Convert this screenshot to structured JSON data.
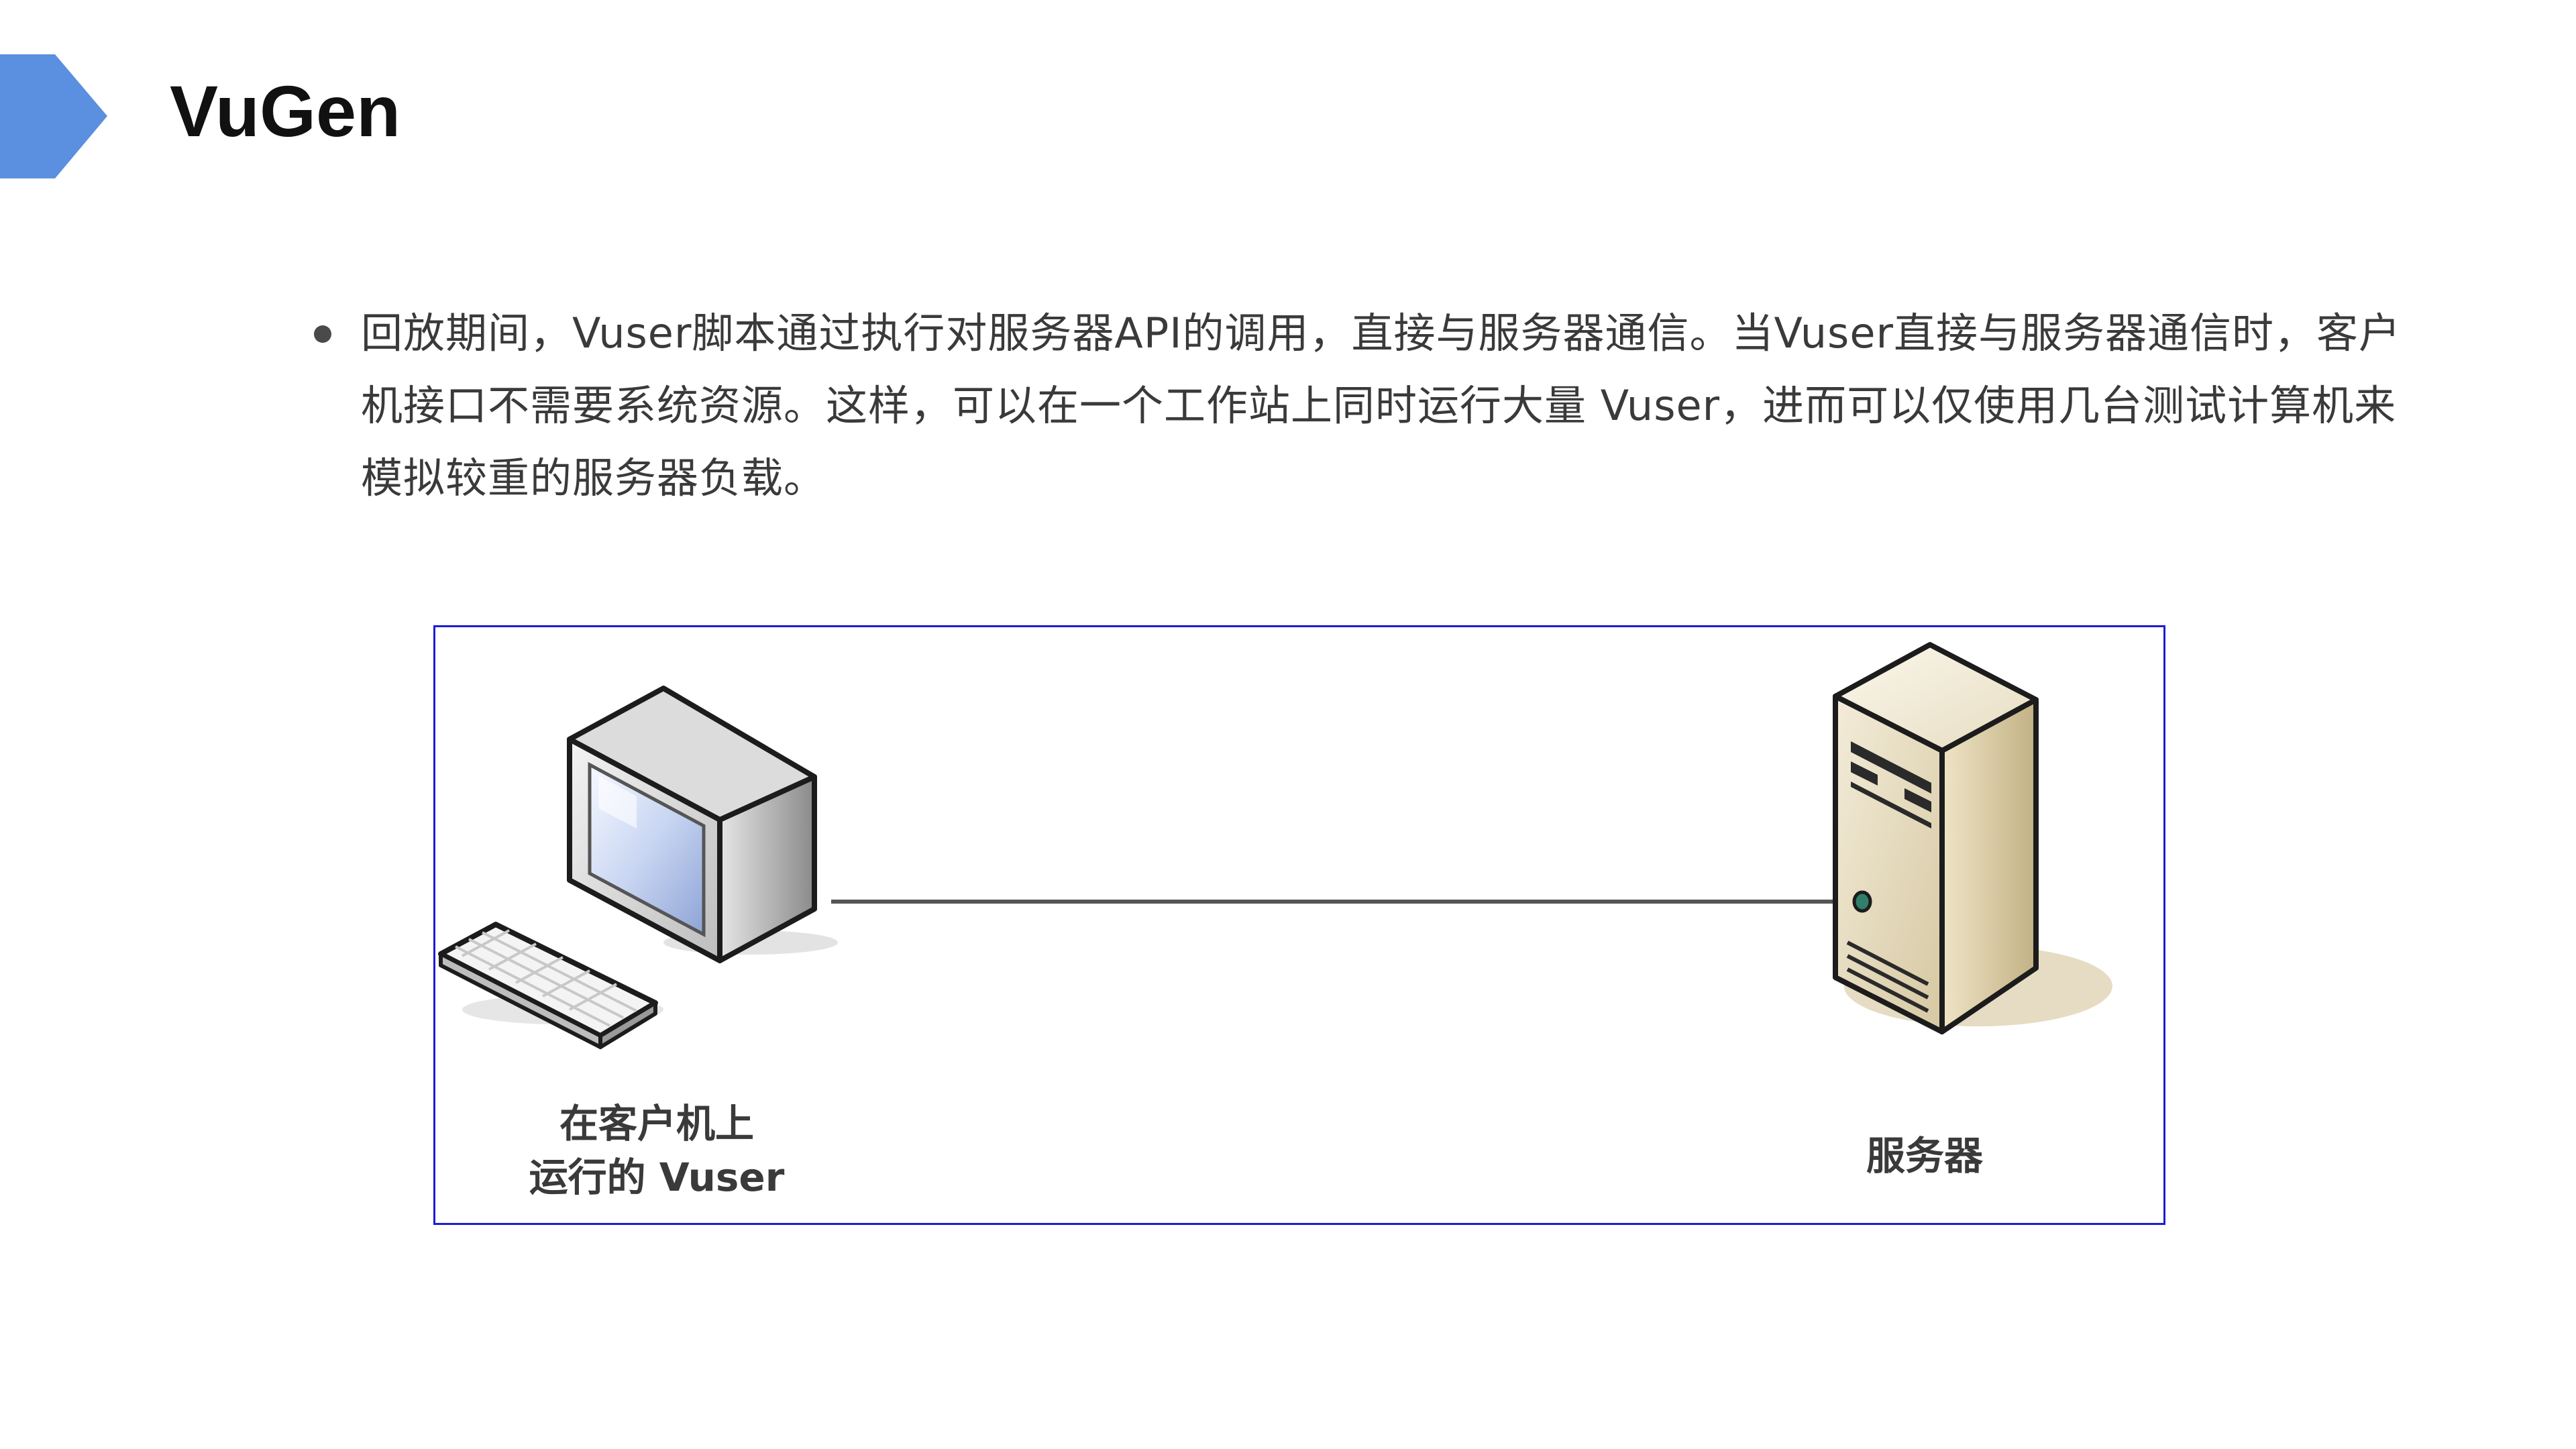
{
  "slide": {
    "title": "VuGen",
    "accent_color": "#5b8fdf",
    "bullet_text": "回放期间，Vuser脚本通过执行对服务器API的调用，直接与服务器通信。当Vuser直接与服务器通信时，客户机接口不需要系统资源。这样，可以在一个工作站上同时运行大量 Vuser，进而可以仅使用几台测试计算机来模拟较重的服务器负载。"
  },
  "diagram": {
    "border_color": "#1c1cd8",
    "client": {
      "icon": "desktop-computer-icon",
      "label_line1": "在客户机上",
      "label_line2": "运行的 Vuser"
    },
    "server": {
      "icon": "server-tower-icon",
      "label": "服务器"
    },
    "connection": "network-link-line"
  }
}
